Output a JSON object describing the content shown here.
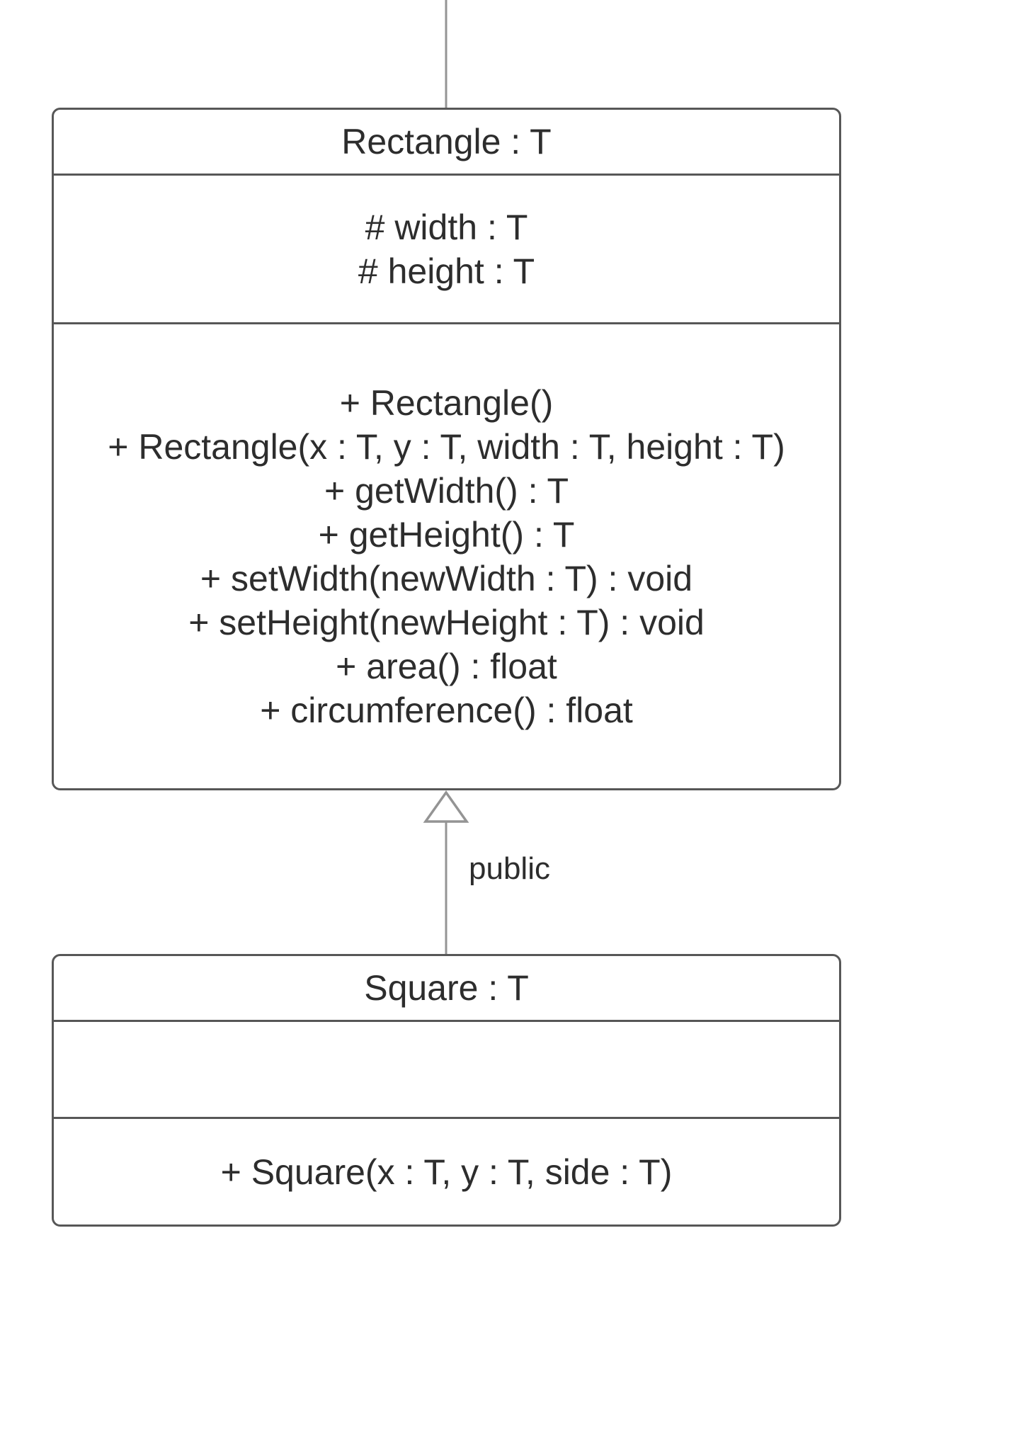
{
  "diagram": {
    "classes": [
      {
        "name": "Rectangle : T",
        "attributes": [
          "# width : T",
          "# height : T"
        ],
        "methods": [
          "+ Rectangle()",
          "+ Rectangle(x : T, y : T, width : T, height : T)",
          "+ getWidth() : T",
          "+ getHeight() : T",
          "+ setWidth(newWidth : T) : void",
          "+ setHeight(newHeight : T) : void",
          "+ area() : float",
          "+ circumference() : float"
        ]
      },
      {
        "name": "Square : T",
        "attributes": [],
        "methods": [
          "+ Square(x : T, y : T, side : T)"
        ]
      }
    ],
    "relationship": {
      "label": "public",
      "type": "inheritance"
    },
    "colors": {
      "border": "#575757",
      "connector": "#949494",
      "text": "#2d2d2d",
      "background": "#ffffff"
    }
  }
}
